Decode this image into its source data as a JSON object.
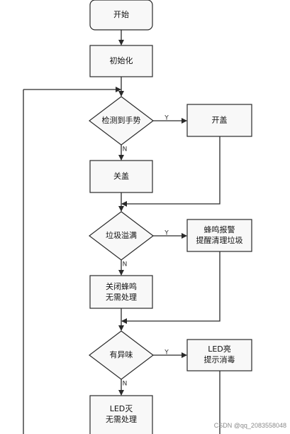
{
  "colors": {
    "line": "#2a2a2a",
    "node_fill": "#f8f8f8",
    "node_border": "#2a2a2a",
    "watermark": "#8a8a8a"
  },
  "nodes": {
    "start": "开始",
    "init": "初始化",
    "detect_hand": "检测到手势",
    "open_lid": "开盖",
    "close_lid": "关盖",
    "trash_full": "垃圾溢满",
    "buzzer_alarm": [
      "蜂鸣报警",
      "提醒清理垃圾"
    ],
    "close_buzzer": [
      "关闭蜂鸣",
      "无需处理"
    ],
    "odor": "有异味",
    "led_on": [
      "LED亮",
      "提示消毒"
    ],
    "led_off": [
      "LED灭",
      "无需处理"
    ]
  },
  "labels": {
    "yes": "Y",
    "no": "N"
  },
  "watermark": "CSDN @qq_2083558048"
}
